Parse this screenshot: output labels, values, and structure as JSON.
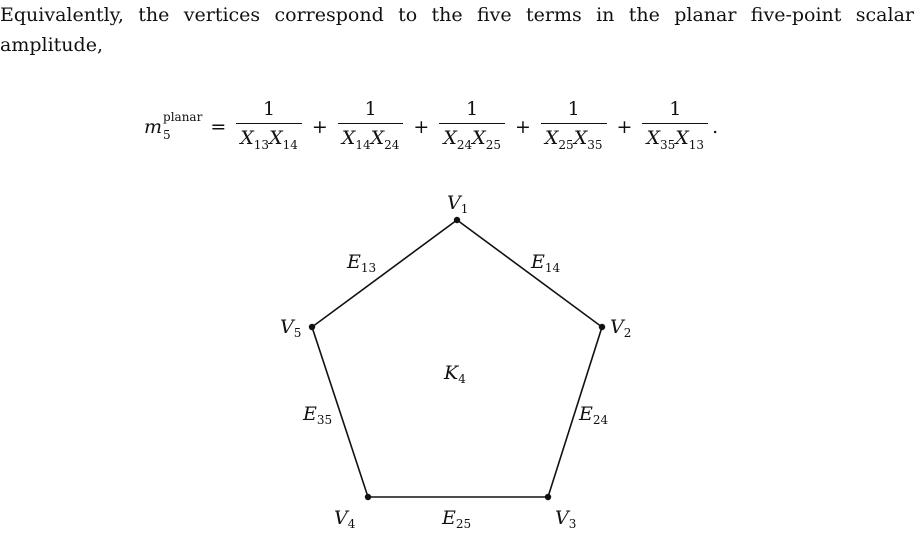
{
  "paragraph": {
    "line1": "Equivalently, the vertices correspond to the five terms in the planar five-point scalar",
    "line2": "amplitude,"
  },
  "equation": {
    "lhs_symbol": "m",
    "lhs_superscript": "planar",
    "lhs_subscript": "5",
    "equals": "=",
    "plus": "+",
    "period": ".",
    "terms": [
      {
        "numerator": "1",
        "a": "X",
        "a_sub": "13",
        "b": "X",
        "b_sub": "14"
      },
      {
        "numerator": "1",
        "a": "X",
        "a_sub": "14",
        "b": "X",
        "b_sub": "24"
      },
      {
        "numerator": "1",
        "a": "X",
        "a_sub": "24",
        "b": "X",
        "b_sub": "25"
      },
      {
        "numerator": "1",
        "a": "X",
        "a_sub": "25",
        "b": "X",
        "b_sub": "35"
      },
      {
        "numerator": "1",
        "a": "X",
        "a_sub": "35",
        "b": "X",
        "b_sub": "13"
      }
    ]
  },
  "diagram": {
    "center_label": {
      "letter": "K",
      "sub": "4"
    },
    "vertices": [
      {
        "letter": "V",
        "sub": "1"
      },
      {
        "letter": "V",
        "sub": "2"
      },
      {
        "letter": "V",
        "sub": "3"
      },
      {
        "letter": "V",
        "sub": "4"
      },
      {
        "letter": "V",
        "sub": "5"
      }
    ],
    "edges": [
      {
        "letter": "E",
        "sub": "13"
      },
      {
        "letter": "E",
        "sub": "14"
      },
      {
        "letter": "E",
        "sub": "24"
      },
      {
        "letter": "E",
        "sub": "25"
      },
      {
        "letter": "E",
        "sub": "35"
      }
    ]
  }
}
